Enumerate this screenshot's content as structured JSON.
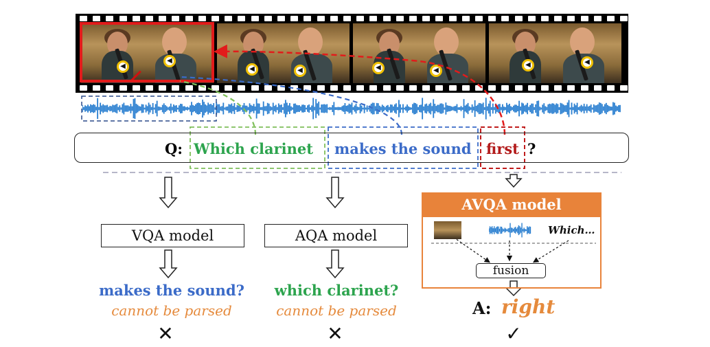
{
  "question": {
    "prefix": "Q:",
    "part_visual": "Which clarinet",
    "part_audio": "makes the sound",
    "part_temporal": "first",
    "suffix": "?"
  },
  "vqa": {
    "model_label": "VQA model",
    "parsed": "makes the sound?",
    "note": "cannot be parsed",
    "result": "✕"
  },
  "aqa": {
    "model_label": "AQA model",
    "parsed": "which clarinet?",
    "note": "cannot be parsed",
    "result": "✕"
  },
  "avqa": {
    "title": "AVQA model",
    "query_snippet": "Which…",
    "fusion_label": "fusion",
    "answer_prefix": "A:",
    "answer": "right",
    "result": "✓"
  },
  "colors": {
    "visual": "#2da44e",
    "audio": "#3b6bc8",
    "temporal": "#b31b1b",
    "accent": "#e8833a"
  },
  "icons": [
    "speaker-icon",
    "down-arrow-icon",
    "cross-icon",
    "check-icon"
  ]
}
